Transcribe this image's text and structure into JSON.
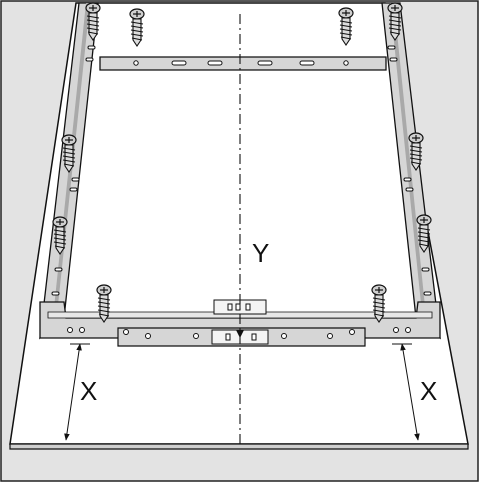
{
  "figure": {
    "labels": {
      "center_dimension": "Y",
      "left_dimension": "X",
      "right_dimension": "X"
    },
    "colors": {
      "background": "#e3e3e3",
      "panel": "#ffffff",
      "rail": "#d6d6d6",
      "rail_dark": "#a9a9a9",
      "line": "#111111"
    },
    "screws": {
      "count": 10
    }
  }
}
